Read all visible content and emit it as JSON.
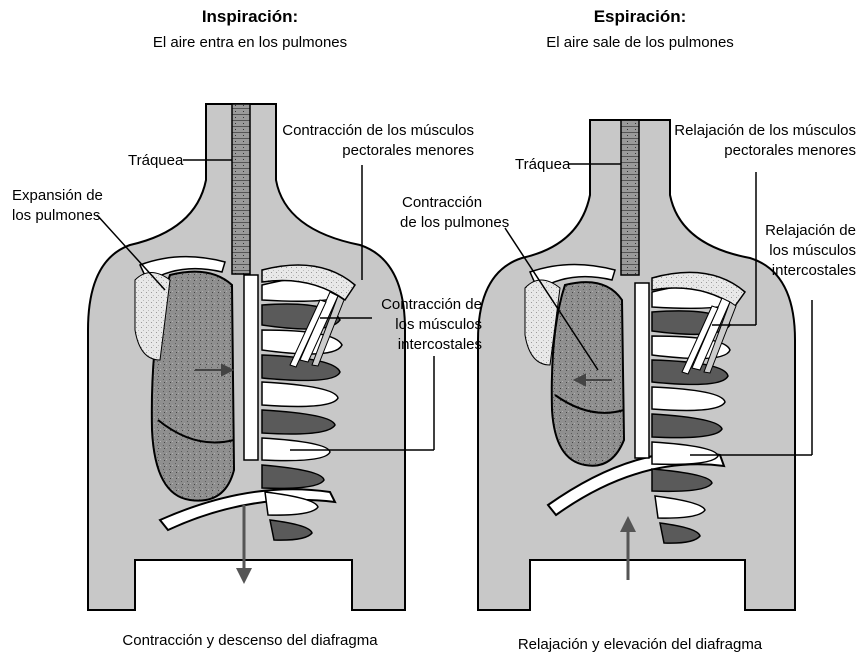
{
  "left": {
    "title": "Inspiración:",
    "subtitle": "El aire entra en los pulmones",
    "label_trachea": "Tráquea",
    "label_lung_line1": "Expansión de",
    "label_lung_line2": "los pulmones",
    "label_pect_line1": "Contracción de los músculos",
    "label_pect_line2": "pectorales menores",
    "label_inter_line1": "Contracción de",
    "label_inter_line2": "los músculos",
    "label_inter_line3": "intercostales",
    "caption": "Contracción y descenso del diafragma"
  },
  "right": {
    "title": "Espiración:",
    "subtitle": "El aire sale de los pulmones",
    "label_trachea": "Tráquea",
    "label_lung_line1": "Contracción",
    "label_lung_line2": "de los pulmones",
    "label_pect_line1": "Relajación de los músculos",
    "label_pect_line2": "pectorales menores",
    "label_inter_line1": "Relajación de",
    "label_inter_line2": "los músculos",
    "label_inter_line3": "intercostales",
    "caption": "Relajación y elevación del diafragma"
  },
  "colors": {
    "skin": "#c8c8c8",
    "lung": "#8a8a8a",
    "muscle": "#5a5a5a",
    "bone": "#ffffff",
    "outline": "#000000"
  }
}
